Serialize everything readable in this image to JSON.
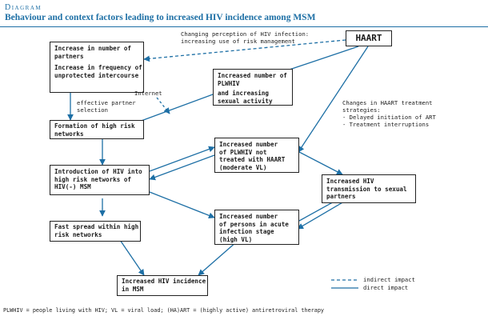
{
  "header": {
    "section_label": "Diagram",
    "title": "Behaviour and context factors leading to increased HIV incidence among MSM"
  },
  "nodes": {
    "partners": {
      "line1": "Increase in number of",
      "line2": "partners",
      "line3": "Increase in frequency of",
      "line4": "unprotected intercourse"
    },
    "haart": {
      "label": "HAART"
    },
    "plwhiv": {
      "line1": "Increased number of",
      "line2": "PLWHIV",
      "line3": "and increasing",
      "line4": "sexual activity"
    },
    "networks": {
      "line1": "Formation of high risk",
      "line2": "networks"
    },
    "not_treated": {
      "line1": "Increased number",
      "line2": "of PLWHIV not",
      "line3": "treated with HAART",
      "line4": "(moderate VL)"
    },
    "introduction": {
      "line1": "Introduction of HIV into",
      "line2": "high risk networks of",
      "line3": "HIV(-) MSM"
    },
    "transmission": {
      "line1": "Increased HIV",
      "line2": "transmission to sexual",
      "line3": "partners"
    },
    "fast_spread": {
      "line1": "Fast spread within high",
      "line2": "risk networks"
    },
    "acute": {
      "line1": "Increased number",
      "line2": "of persons in acute",
      "line3": "infection stage",
      "line4": "(high VL)"
    },
    "incidence": {
      "line1": "Increased HIV incidence",
      "line2": "in MSM"
    }
  },
  "annotations": {
    "perception_line1": "Changing perception of HIV infection:",
    "perception_line2": "increasing use of risk management",
    "internet": "Internet",
    "partner_selection_line1": "effective partner",
    "partner_selection_line2": "selection",
    "strategies_line1": "Changes in HAART treatment",
    "strategies_line2": "strategies:",
    "strategies_line3": "- Delayed initiation of ART",
    "strategies_line4": "- Treatment interruptions"
  },
  "legend": {
    "indirect": "indirect impact",
    "direct": "direct impact"
  },
  "footnote": "PLWHIV = people living with HIV; VL = viral load; (HA)ART = (highly active) antiretroviral therapy",
  "colors": {
    "arrow": "#1d6fa5",
    "accent": "#1d6fa5",
    "box_border": "#222222"
  }
}
